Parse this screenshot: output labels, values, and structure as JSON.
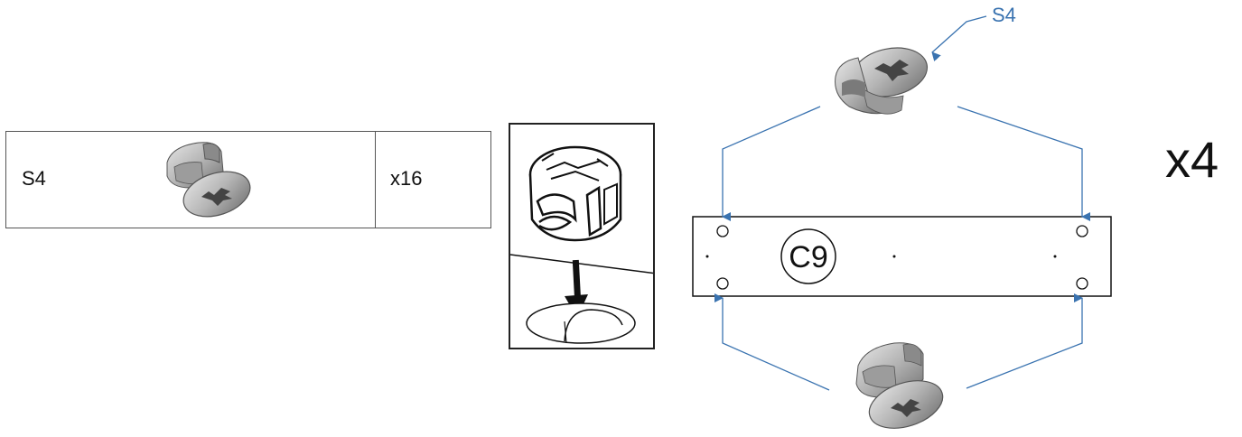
{
  "parts_list": {
    "code": "S4",
    "quantity": "x16"
  },
  "callout": {
    "label": "S4"
  },
  "panel": {
    "label": "C9"
  },
  "multiplier": "x4",
  "colors": {
    "callout_blue": "#3a73b0",
    "line_dark": "#222222",
    "metal_light": "#d6d6d6",
    "metal_mid": "#a9a9a9",
    "metal_dark": "#6e6e6e"
  },
  "icons": {
    "fitting": "cam-lock-fitting-icon",
    "inset": "cam-lock-insertion-illustration"
  }
}
